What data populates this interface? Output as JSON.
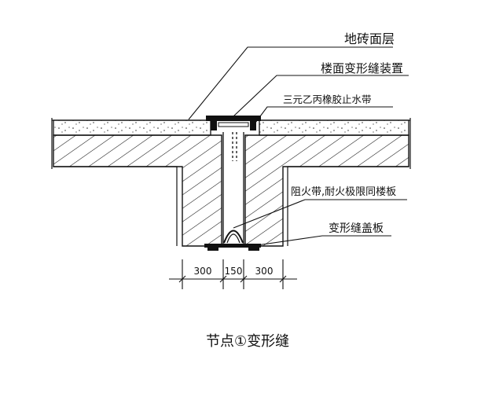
{
  "labels": {
    "floor_tile_layer": "地砖面层",
    "joint_device": "楼面变形缝装置",
    "epdm_waterstop": "三元乙丙橡胶止水带",
    "fire_strip": "阻火带,耐火极限同楼板",
    "cover_plate": "变形缝盖板"
  },
  "dimensions": [
    "300",
    "150",
    "300"
  ],
  "caption": "节点①变形缝",
  "colors": {
    "ink": "#111111",
    "paper": "#ffffff"
  }
}
